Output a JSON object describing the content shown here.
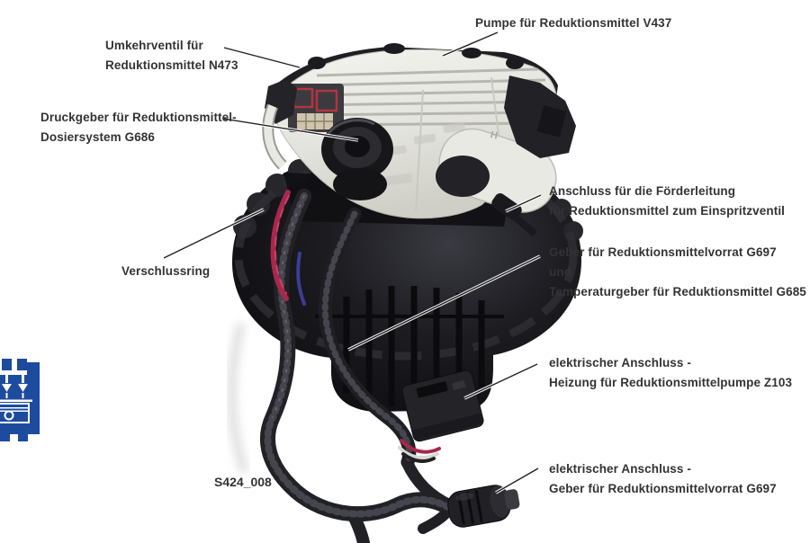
{
  "figure": {
    "code": "S424_008",
    "housing_marking": "H",
    "labels": {
      "pumpe": {
        "lines": [
          "Pumpe für Reduktionsmittel V437"
        ]
      },
      "umkehrventil": {
        "lines": [
          "Umkehrventil für",
          "Reduktionsmittel N473"
        ]
      },
      "druckgeber": {
        "lines": [
          "Druckgeber für Reduktionsmittel-",
          "Dosiersystem G686"
        ]
      },
      "verschlussring": {
        "lines": [
          "Verschlussring"
        ]
      },
      "foerderleitung": {
        "lines": [
          "Anschluss für die Förderleitung",
          "für Reduktionsmittel zum Einspritzventil"
        ]
      },
      "vorratsgeber": {
        "lines": [
          "Geber für Reduktionsmittelvorrat G697",
          "und",
          "Temperaturgeber für Reduktionsmittel G685"
        ]
      },
      "heizung": {
        "lines": [
          "elektrischer Anschluss -",
          "Heizung für Reduktionsmittelpumpe Z103"
        ]
      },
      "vorrat_anschluss": {
        "lines": [
          "elektrischer Anschluss -",
          "Geber für Reduktionsmittelvorrat G697"
        ]
      }
    },
    "colors": {
      "label_text": "#333333",
      "leader_line": "#222222",
      "logo_blue": "#1d4b9e",
      "background": "#ffffff",
      "wire_red": "#a8274d",
      "wire_blue": "#3d3d95",
      "canister_dark": "#101013",
      "pump_light": "#e9e9e4"
    }
  }
}
